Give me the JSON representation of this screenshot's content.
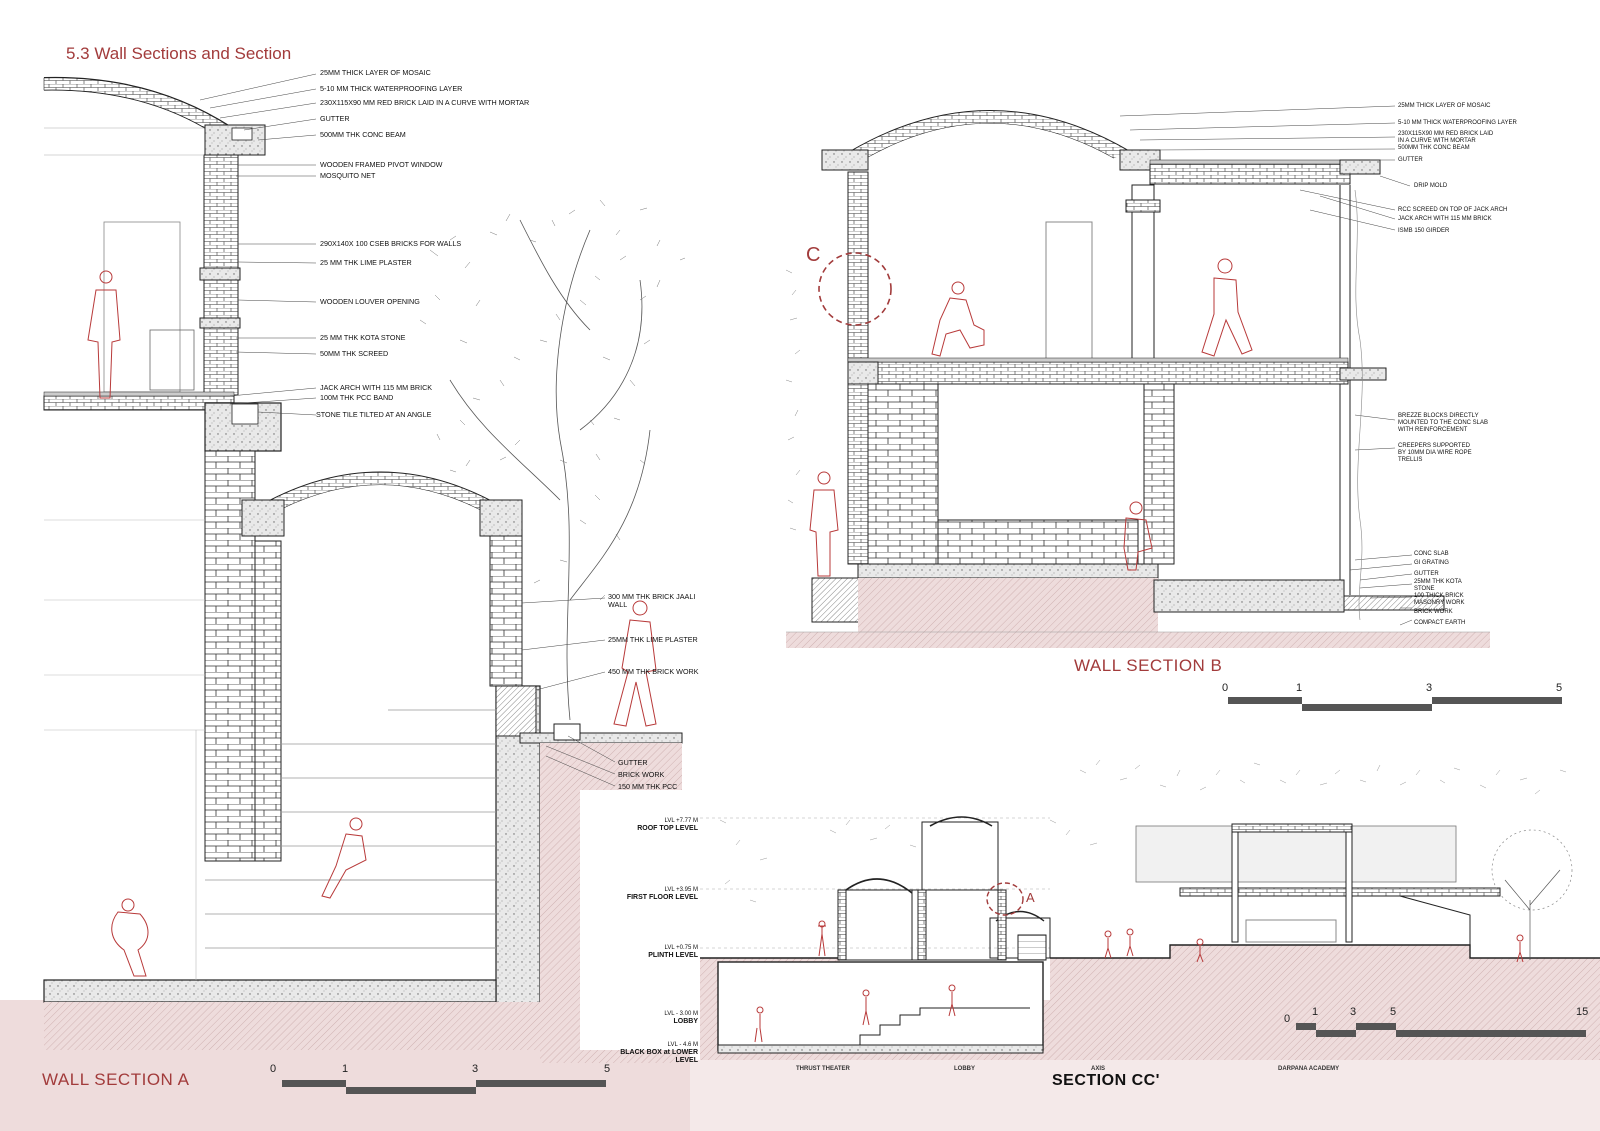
{
  "page": {
    "title": "5.3 Wall Sections and Section"
  },
  "wall_section_a": {
    "title": "WALL SECTION A",
    "labels": [
      "25MM THICK LAYER OF MOSAIC",
      "5-10 MM THICK WATERPROOFING LAYER",
      "230x115x90 mm  RED BRICK LAID IN A CURVE WITH MORTAR",
      "GUTTER",
      "500MM THK CONC BEAM",
      "WOODEN FRAMED PIVOT WINDOW",
      "MOSQUITO NET",
      "290x140x 100 CSEB BRICKS FOR WALLS",
      "25 MM THK LIME PLASTER",
      "WOODEN LOUVER OPENING",
      "25 MM THK KOTA STONE",
      "50MM THK SCREED",
      "JACK ARCH WITH 115 MM BRICK",
      "100M THK PCC BAND",
      "STONE TILE TILTED AT AN ANGLE",
      "300 MM THK BRICK JAALI WALL",
      "25MM THK LIME PLASTER",
      "450 MM THK BRICK WORK",
      "GUTTER",
      "BRICK WORK",
      "150 MM THK PCC"
    ],
    "scale": [
      "0",
      "1",
      "3",
      "5"
    ]
  },
  "wall_section_b": {
    "title": "WALL SECTION B",
    "detail_marker": "C",
    "labels": [
      "25MM THICK LAYER OF MOSAIC",
      "5-10 MM THICK WATERPROOFING LAYER",
      "230x115x90 mm  RED BRICK LAID",
      "IN A CURVE WITH MORTAR",
      "500MM THK CONC BEAM",
      "GUTTER",
      "DRIP MOLD",
      "RCC SCREED ON TOP OF JACK ARCH",
      "JACK ARCH WITH 115 MM BRICK",
      "ISMB 150 GIRDER",
      "BREZZE BLOCKS DIRECTLY",
      "MOUNTED TO THE CONC SLAB",
      "WITH REINFORCEMENT",
      "CREEPERS SUPPORTED",
      "BY 10MM DIA WIRE ROPE",
      "TRELLIS",
      "CONC SLAB",
      "GI GRATING",
      "GUTTER",
      "25MM THK KOTA",
      "STONE",
      "100 THICK BRICK",
      "MASONRY WORK",
      "BRICK WORK",
      "COMPACT EARTH"
    ],
    "scale": [
      "0",
      "1",
      "3",
      "5"
    ]
  },
  "section_cc": {
    "title": "SECTION CC'",
    "detail_marker": "A",
    "levels": [
      {
        "value": "LVL +7.77 M",
        "name": "ROOF TOP LEVEL"
      },
      {
        "value": "LVL +3.95 M",
        "name": "FIRST FLOOR LEVEL"
      },
      {
        "value": "LVL +0.75 M",
        "name": "PLINTH LEVEL"
      },
      {
        "value": "LVL - 3.00 M",
        "name": "LOBBY"
      },
      {
        "value": "LVL - 4.6 M",
        "name": "BLACK BOX at LOWER LEVEL"
      }
    ],
    "zones": [
      "THRUST THEATER",
      "LOBBY",
      "AXIS",
      "DARPANA ACADEMY"
    ],
    "scale": [
      "0",
      "1",
      "3",
      "5",
      "15"
    ]
  },
  "colors": {
    "accent": "#a23b3b",
    "ground_fill": "#eedcdc",
    "line": "#222222"
  }
}
